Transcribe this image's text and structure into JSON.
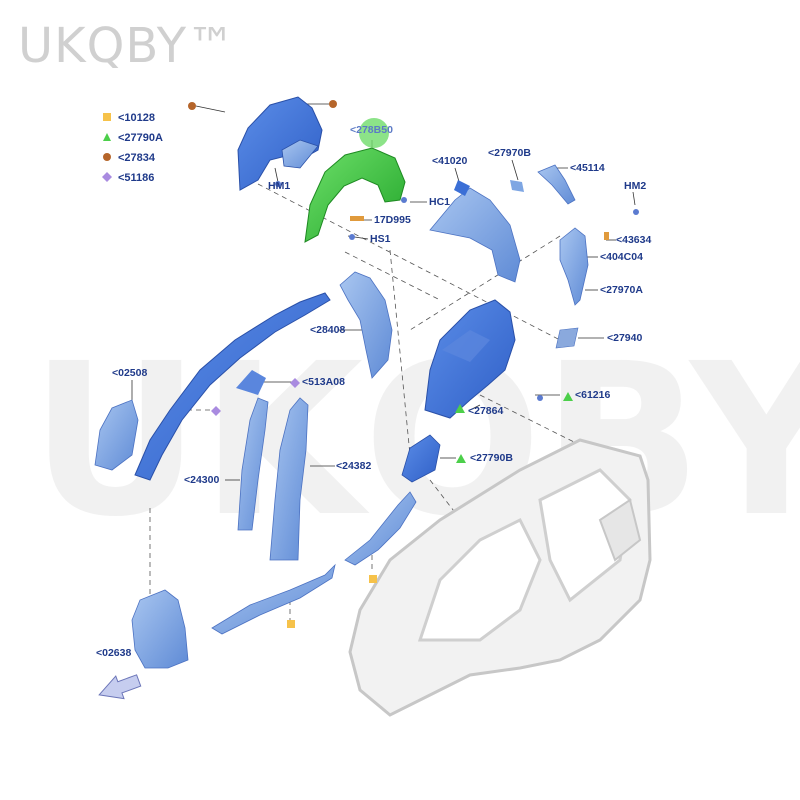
{
  "brand": "UKQBY™",
  "watermark": "UKQBY™",
  "legend": [
    {
      "shape": "square",
      "color": "#f6c24a",
      "label": "<10128"
    },
    {
      "shape": "triangle",
      "color": "#4ccf4a",
      "label": "<27790A"
    },
    {
      "shape": "circle",
      "color": "#b5652a",
      "label": "<27834"
    },
    {
      "shape": "diamond",
      "color": "#a98be0",
      "label": "<51186"
    }
  ],
  "labels": {
    "l278b50": "<278B50",
    "hm1": "HM1",
    "hc1": "HC1",
    "l17d995": "17D995",
    "hs1": "HS1",
    "l41020": "<41020",
    "l27970b": "<27970B",
    "l45114": "<45114",
    "hm2": "HM2",
    "l43634": "<43634",
    "l404c04": "<404C04",
    "l27970a": "<27970A",
    "l28408": "<28408",
    "l27940": "<27940",
    "l02508": "<02508",
    "l513a08": "<513A08",
    "l61216": "<61216",
    "l27864": "<27864",
    "l24382": "<24382",
    "l24300": "<24300",
    "l27790b": "<27790B",
    "l02638": "<02638"
  },
  "colors": {
    "part_blue": "#3b6fd6",
    "part_light_blue": "#7ea6e3",
    "highlight_green": "#37c43c",
    "label": "#1f3a8a",
    "leader": "#333333"
  }
}
